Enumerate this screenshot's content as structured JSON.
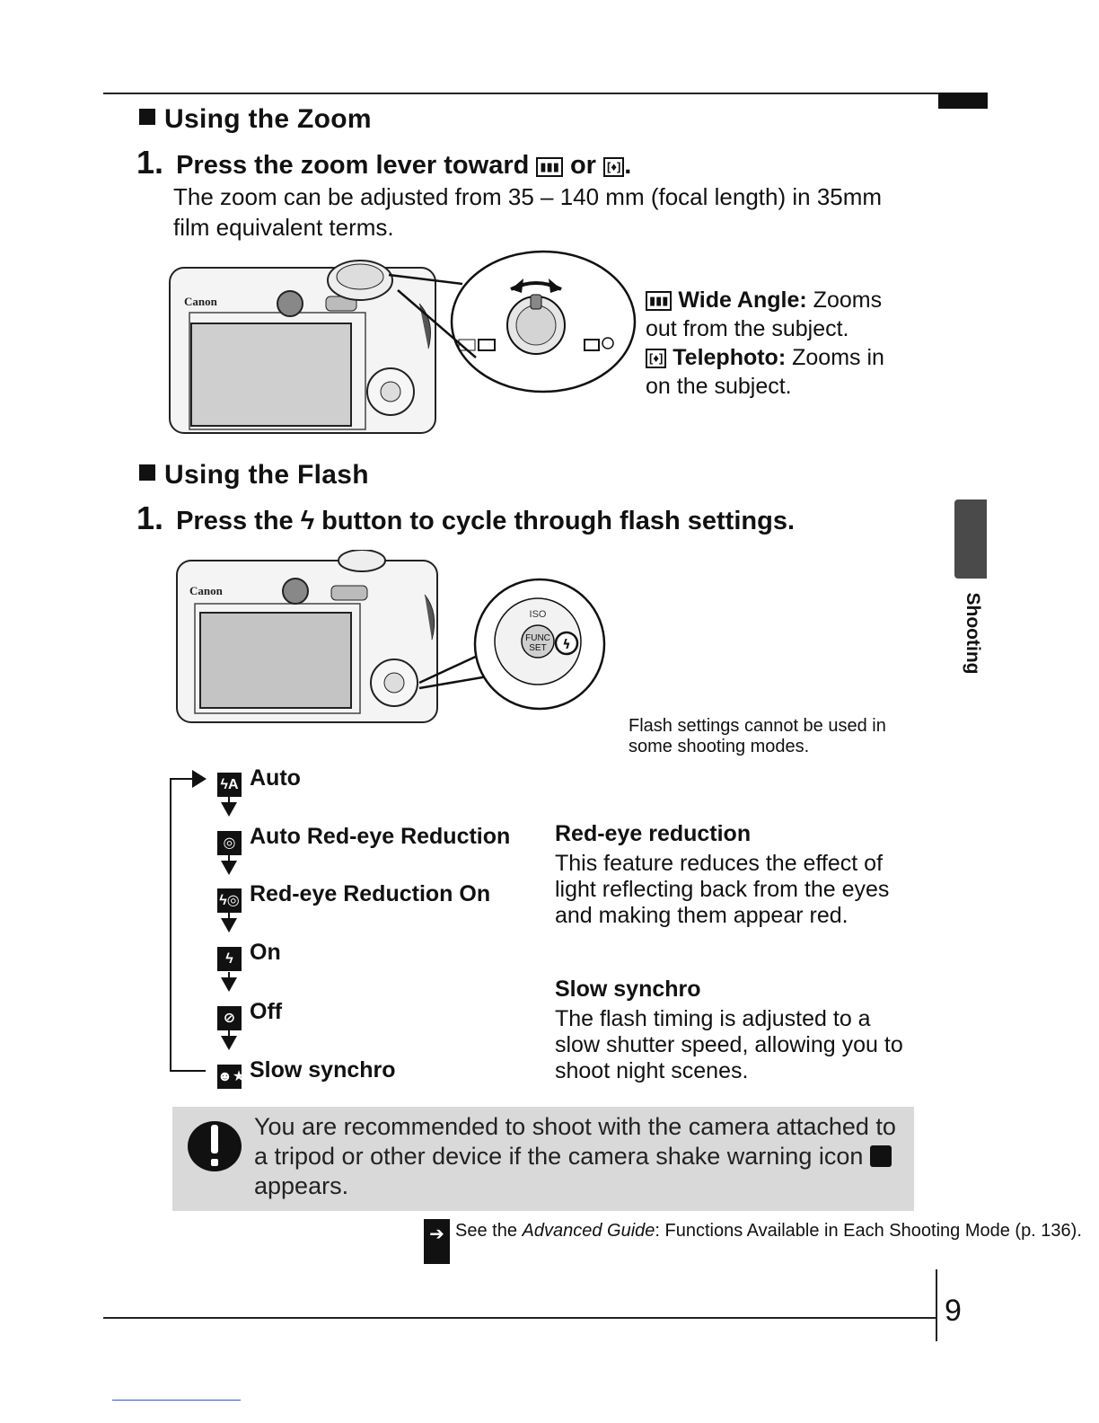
{
  "zoom_section": {
    "heading": "Using the Zoom",
    "step_number": "1.",
    "step_text_before": "Press the zoom lever toward",
    "step_text_or": "or",
    "step_text_end": ".",
    "wide_glyph": "▮▮▮",
    "tele_glyph": "[♦]",
    "body": "The zoom can be adjusted from 35 – 140 mm (focal length) in 35mm film equivalent terms.",
    "wide_label": "Wide Angle:",
    "wide_desc": "Zooms out from the subject.",
    "tele_label": "Telephoto:",
    "tele_desc": "Zooms in on the subject.",
    "camera_brand": "Canon"
  },
  "flash_section": {
    "heading": "Using the Flash",
    "step_number": "1.",
    "step_text_before": "Press the",
    "step_text_after": "button to cycle through flash settings.",
    "flash_symbol": "ϟ",
    "note": "Flash settings cannot be used in some shooting modes.",
    "camera_brand": "Canon",
    "dial_labels": {
      "iso": "ISO",
      "func": "FUNC",
      "set": "SET"
    },
    "modes": [
      {
        "label": "Auto",
        "icon": "ϟA"
      },
      {
        "label": "Auto Red-eye Reduction",
        "icon": "◎"
      },
      {
        "label": "Red-eye Reduction On",
        "icon": "ϟ◎"
      },
      {
        "label": "On",
        "icon": "ϟ"
      },
      {
        "label": "Off",
        "icon": "⊘"
      },
      {
        "label": "Slow synchro",
        "icon": "☻★"
      }
    ],
    "red_eye_title": "Red-eye reduction",
    "red_eye_body": "This feature reduces the effect of light reflecting back from the eyes and making them appear red.",
    "slow_sync_title": "Slow synchro",
    "slow_sync_body": "The flash timing is adjusted to a slow shutter speed, allowing you to shoot night scenes."
  },
  "caution": {
    "text_before": "You are recommended to shoot with the camera attached to a tripod or other device if the camera shake warning icon",
    "text_after": "appears.",
    "icon": "caution-icon"
  },
  "reference": {
    "prefix": "See the ",
    "guide": "Advanced Guide",
    "rest": ": Functions Available in Each Shooting Mode (p. 136)."
  },
  "side_tab_label": "Shooting",
  "page_number": "9",
  "colors": {
    "caution_bg": "#d9d9d9",
    "ink": "#111111"
  }
}
